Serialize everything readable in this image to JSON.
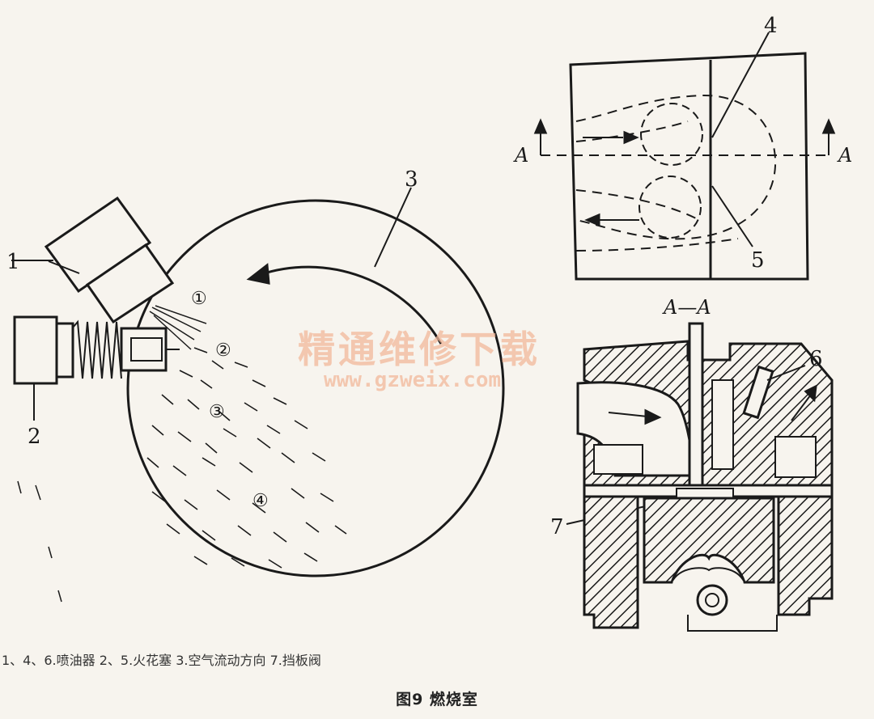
{
  "labels": {
    "n1": "1",
    "n2": "2",
    "n3": "3",
    "n4": "4",
    "n5": "5",
    "n6": "6",
    "n7": "7",
    "section_left": "A",
    "section_right": "A",
    "section_title": "A—A"
  },
  "zones": [
    "①",
    "②",
    "③",
    "④"
  ],
  "legend": "1、4、6.喷油器  2、5.火花塞  3.空气流动方向  7.挡板阀",
  "figure_title": "图9  燃烧室",
  "watermark": {
    "cn": "精通维修下载",
    "url": "www.gzweix.com"
  },
  "colors": {
    "line": "#1a1a1a",
    "watermark": "#f2b89a",
    "background": "#f7f4ee"
  }
}
